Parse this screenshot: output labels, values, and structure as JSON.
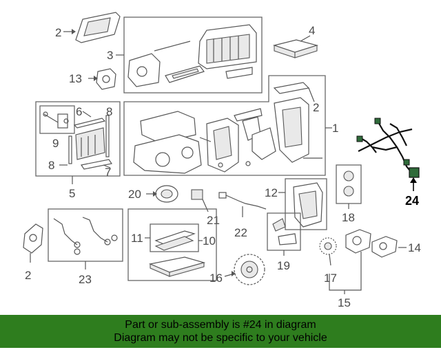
{
  "callouts": {
    "c1": "1",
    "c2a": "2",
    "c2b": "2",
    "c2c": "2",
    "c3": "3",
    "c4": "4",
    "c5": "5",
    "c6": "6",
    "c7": "7",
    "c8a": "8",
    "c8b": "8",
    "c9": "9",
    "c10": "10",
    "c11": "11",
    "c12": "12",
    "c13": "13",
    "c14": "14",
    "c15": "15",
    "c16": "16",
    "c17": "17",
    "c18": "18",
    "c19": "19",
    "c20": "20",
    "c21": "21",
    "c22": "22",
    "c23": "23",
    "c24": "24"
  },
  "banner": {
    "line1": "Part or sub-assembly is #24 in diagram",
    "line2": "Diagram may not be specific to your vehicle"
  },
  "colors": {
    "banner_bg": "#2e7d1e",
    "highlight_part": "#2f6b3a"
  }
}
